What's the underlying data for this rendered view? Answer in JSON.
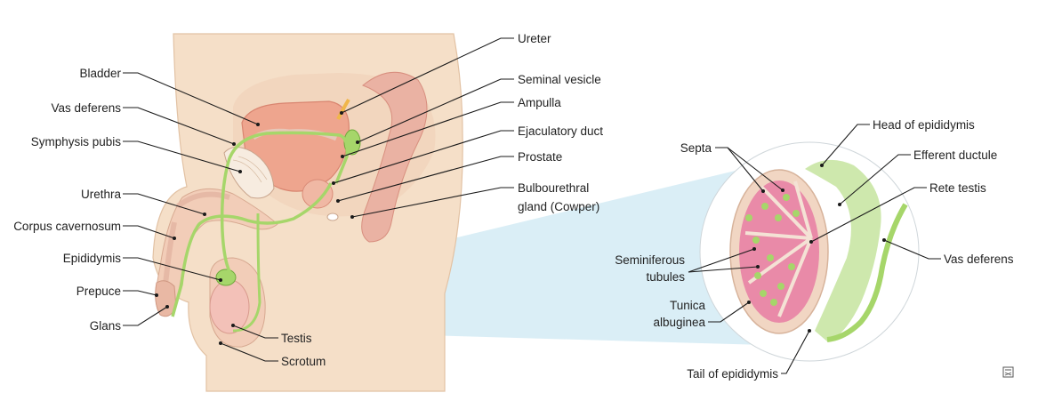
{
  "left_labels": {
    "bladder": "Bladder",
    "vas_deferens": "Vas deferens",
    "symphysis_pubis": "Symphysis pubis",
    "urethra": "Urethra",
    "corpus_cavernosum": "Corpus cavernosum",
    "epididymis": "Epididymis",
    "prepuce": "Prepuce",
    "glans": "Glans"
  },
  "right_labels": {
    "ureter": "Ureter",
    "seminal_vesicle": "Seminal vesicle",
    "ampulla": "Ampulla",
    "ejaculatory_duct": "Ejaculatory duct",
    "prostate": "Prostate",
    "bulbourethral_line1": "Bulbourethral",
    "bulbourethral_line2": "gland (Cowper)"
  },
  "bottom_labels": {
    "testis": "Testis",
    "scrotum": "Scrotum"
  },
  "detail_labels": {
    "septa": "Septa",
    "head_of_epididymis": "Head of epididymis",
    "efferent_ductule": "Efferent ductule",
    "rete_testis": "Rete testis",
    "vas_deferens": "Vas deferens",
    "seminiferous_line1": "Seminiferous",
    "seminiferous_line2": "tubules",
    "tunica_line1": "Tunica",
    "tunica_line2": "albuginea",
    "tail_of_epididymis": "Tail of epididymis"
  },
  "colors": {
    "skin": "#f5dfc8",
    "skin_edge": "#e2c2a4",
    "bladder": "#eea58e",
    "duct_green": "#a6d66a",
    "tubule_pink": "#e98aa8",
    "zoom_blue": "#d4ebf4",
    "bone": "#f7ece0"
  }
}
